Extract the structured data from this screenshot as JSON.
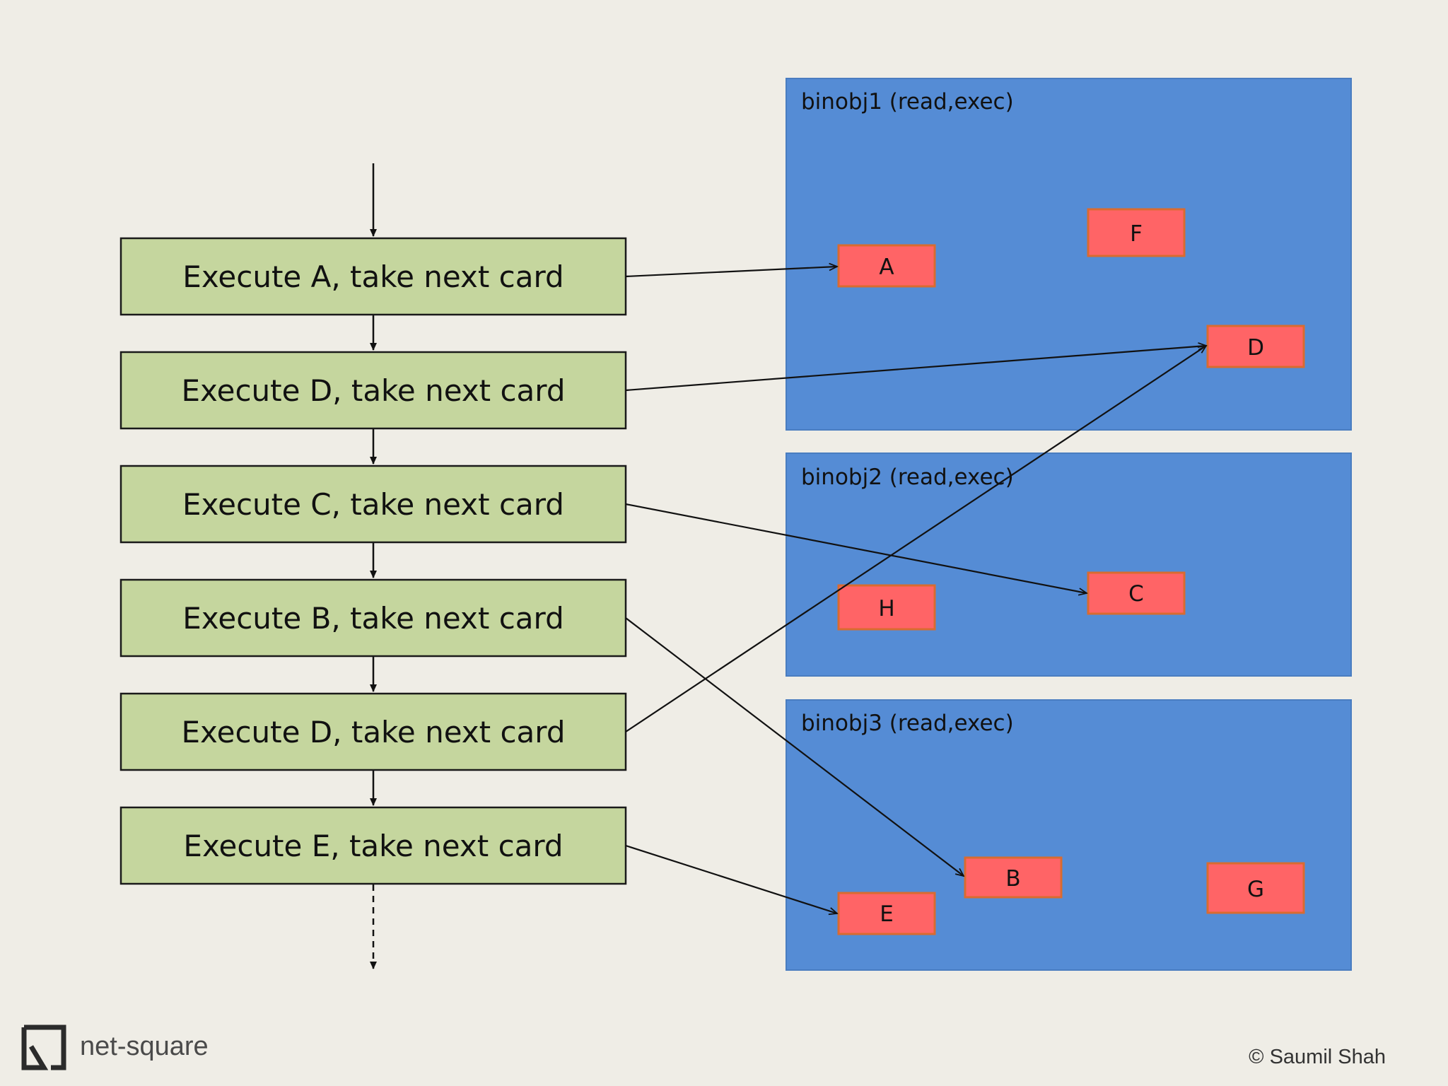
{
  "steps": [
    {
      "label": "Execute A, take next card",
      "target": "A"
    },
    {
      "label": "Execute D, take next card",
      "target": "D"
    },
    {
      "label": "Execute C, take next card",
      "target": "C"
    },
    {
      "label": "Execute B, take next card",
      "target": "B"
    },
    {
      "label": "Execute D, take next card",
      "target": "D"
    },
    {
      "label": "Execute E, take next card",
      "target": "E"
    }
  ],
  "binobjs": [
    {
      "label": "binobj1 (read,exec)",
      "cards": [
        "A",
        "F",
        "D"
      ]
    },
    {
      "label": "binobj2 (read,exec)",
      "cards": [
        "H",
        "C"
      ]
    },
    {
      "label": "binobj3 (read,exec)",
      "cards": [
        "E",
        "B",
        "G"
      ]
    }
  ],
  "cards": {
    "A": "A",
    "F": "F",
    "D": "D",
    "H": "H",
    "C": "C",
    "E": "E",
    "B": "B",
    "G": "G"
  },
  "logo": {
    "text": "net-square",
    "icon": "net-square-logo-icon"
  },
  "credit": "© Saumil Shah",
  "colors": {
    "background": "#efede6",
    "step_fill": "#c5d69e",
    "binobj_fill": "#558cd5",
    "card_fill": "#ff6466",
    "card_border": "#d96b30"
  }
}
